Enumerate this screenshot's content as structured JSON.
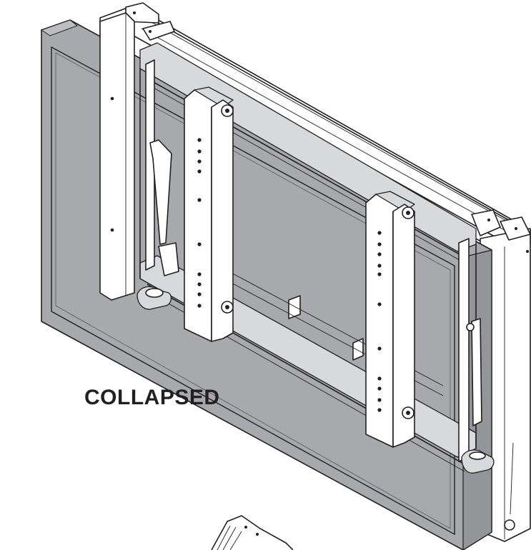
{
  "caption": "COLLAPSED",
  "colors": {
    "panel_fill": "#a7a9ac",
    "panel_edge": "#8a8c8f",
    "line": "#231f20",
    "metal": "#ffffff",
    "shadow": "#d8d9da"
  },
  "parts": [
    "flat-panel-display",
    "wall-plate-frame",
    "vertical-mounting-arm-left",
    "vertical-mounting-arm-right",
    "adjustment-knob",
    "release-lever"
  ]
}
